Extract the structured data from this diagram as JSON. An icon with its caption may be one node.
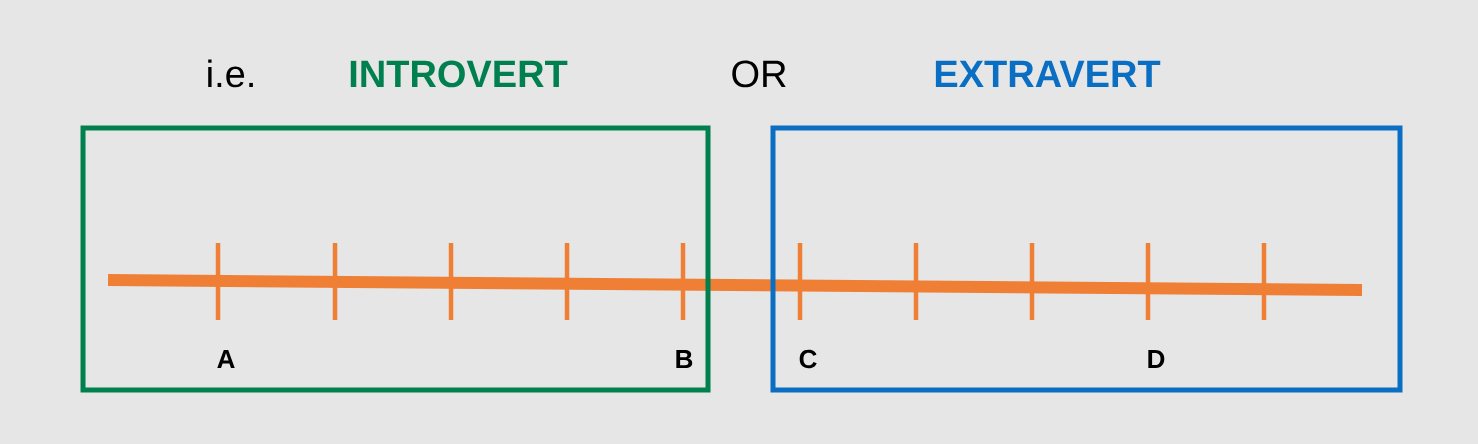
{
  "diagram": {
    "nodes": [
      {
        "text": [
          "INTROVERT"
        ]
      },
      {
        "text": [
          "EXTRAVERT"
        ]
      }
    ],
    "labels": [
      "i.e.",
      "OR",
      "A",
      "B",
      "C",
      "D"
    ]
  }
}
